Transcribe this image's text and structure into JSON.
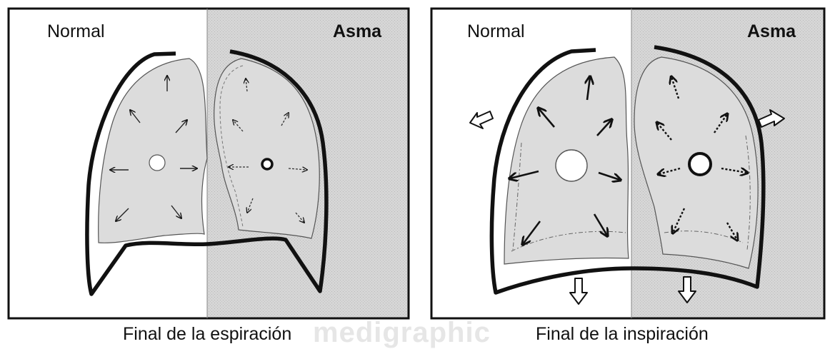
{
  "panels": [
    {
      "id": "expiration",
      "left_label": "Normal",
      "right_label": "Asma",
      "caption": "Final de la espiración"
    },
    {
      "id": "inspiration",
      "left_label": "Normal",
      "right_label": "Asma",
      "caption": "Final de la  inspiración"
    }
  ],
  "watermark": "medigraphic",
  "colors": {
    "frame": "#111111",
    "lung_fill": "#dcdcdc",
    "asthma_background": "#d2d2d2",
    "stroke": "#111111"
  }
}
